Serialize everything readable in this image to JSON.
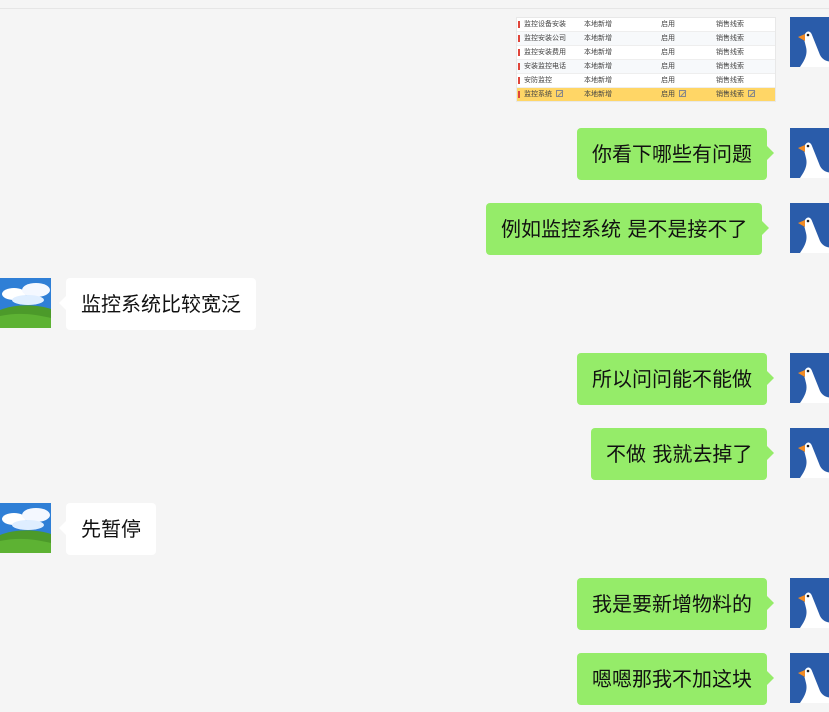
{
  "chat": {
    "thumbnail": {
      "rows": [
        {
          "cells": [
            "监控设备安装",
            "本地新增",
            "启用",
            "销售线索"
          ],
          "highlight": false
        },
        {
          "cells": [
            "监控安装公司",
            "本地新增",
            "启用",
            "销售线索"
          ],
          "highlight": false
        },
        {
          "cells": [
            "监控安装费用",
            "本地新增",
            "启用",
            "销售线索"
          ],
          "highlight": false
        },
        {
          "cells": [
            "安装监控电话",
            "本地新增",
            "启用",
            "销售线索"
          ],
          "highlight": false
        },
        {
          "cells": [
            "安防监控",
            "本地新增",
            "启用",
            "销售线索"
          ],
          "highlight": false
        },
        {
          "cells": [
            "监控系统",
            "本地新增",
            "启用",
            "销售线索"
          ],
          "highlight": true
        }
      ]
    },
    "messages": [
      {
        "sender": "self",
        "text": "你看下哪些有问题"
      },
      {
        "sender": "self",
        "text": "例如监控系统 是不是接不了"
      },
      {
        "sender": "other",
        "text": "监控系统比较宽泛"
      },
      {
        "sender": "self",
        "text": "所以问问能不能做"
      },
      {
        "sender": "self",
        "text": "不做 我就去掉了"
      },
      {
        "sender": "other",
        "text": "先暂停"
      },
      {
        "sender": "self",
        "text": "我是要新增物料的"
      },
      {
        "sender": "self",
        "text": "嗯嗯那我不加这块"
      }
    ],
    "avatars": {
      "self": "goose-avatar",
      "other": "landscape-avatar"
    },
    "colors": {
      "background": "#f5f5f5",
      "self_bubble": "#95ec69",
      "other_bubble": "#ffffff",
      "self_avatar_bg": "#2a5caa",
      "highlight_row": "#ffd666"
    }
  }
}
